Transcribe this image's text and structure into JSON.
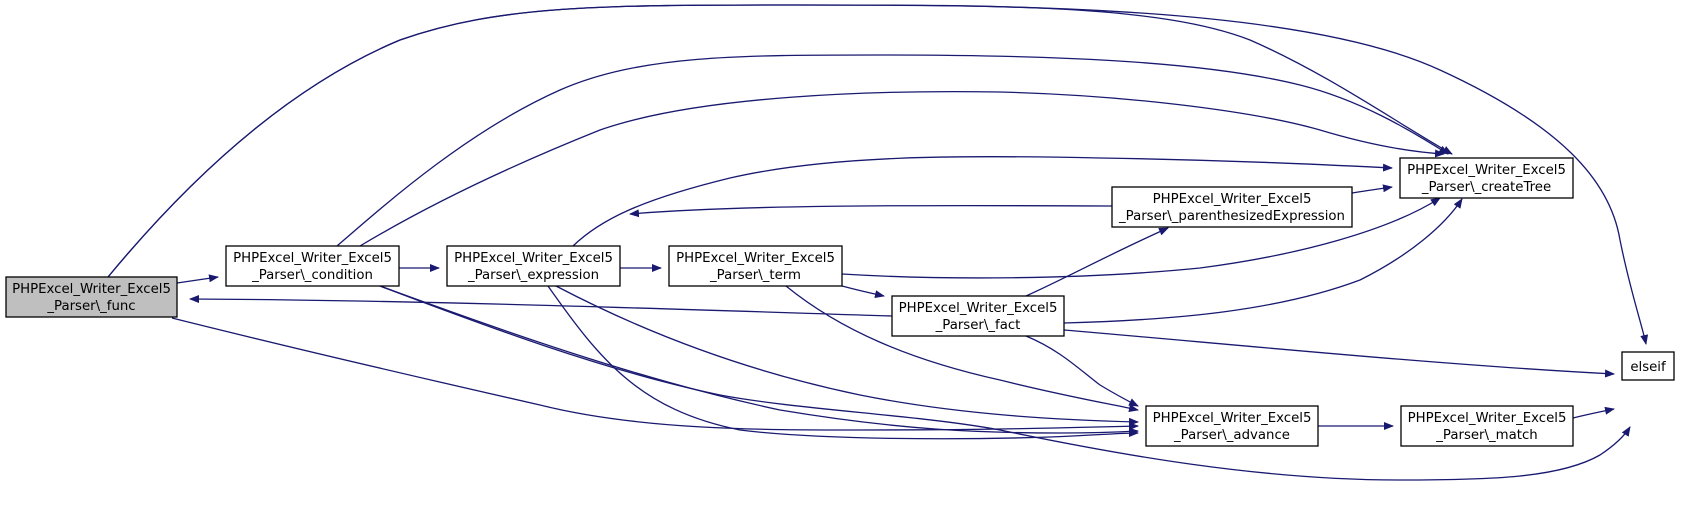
{
  "diagram": {
    "type": "call-graph",
    "colors": {
      "edge": "#191970",
      "node_fill": "#ffffff",
      "node_fill_highlight": "#bfbfbf",
      "node_border": "#000000"
    },
    "nodes": [
      {
        "id": "func",
        "line1": "PHPExcel_Writer_Excel5",
        "line2": "_Parser\\_func",
        "highlight": true
      },
      {
        "id": "condition",
        "line1": "PHPExcel_Writer_Excel5",
        "line2": "_Parser\\_condition"
      },
      {
        "id": "expression",
        "line1": "PHPExcel_Writer_Excel5",
        "line2": "_Parser\\_expression"
      },
      {
        "id": "term",
        "line1": "PHPExcel_Writer_Excel5",
        "line2": "_Parser\\_term"
      },
      {
        "id": "fact",
        "line1": "PHPExcel_Writer_Excel5",
        "line2": "_Parser\\_fact"
      },
      {
        "id": "paren",
        "line1": "PHPExcel_Writer_Excel5",
        "line2": "_Parser\\_parenthesizedExpression"
      },
      {
        "id": "createTree",
        "line1": "PHPExcel_Writer_Excel5",
        "line2": "_Parser\\_createTree"
      },
      {
        "id": "advance",
        "line1": "PHPExcel_Writer_Excel5",
        "line2": "_Parser\\_advance"
      },
      {
        "id": "match",
        "line1": "PHPExcel_Writer_Excel5",
        "line2": "_Parser\\_match"
      },
      {
        "id": "elseif",
        "line1": "elseif",
        "line2": ""
      }
    ],
    "edges": [
      {
        "from": "func",
        "to": "condition"
      },
      {
        "from": "func",
        "to": "createTree"
      },
      {
        "from": "func",
        "to": "advance"
      },
      {
        "from": "func",
        "to": "elseif"
      },
      {
        "from": "condition",
        "to": "expression"
      },
      {
        "from": "condition",
        "to": "createTree"
      },
      {
        "from": "condition",
        "to": "createTree"
      },
      {
        "from": "condition",
        "to": "advance"
      },
      {
        "from": "condition",
        "to": "elseif"
      },
      {
        "from": "expression",
        "to": "term"
      },
      {
        "from": "expression",
        "to": "createTree"
      },
      {
        "from": "expression",
        "to": "advance"
      },
      {
        "from": "expression",
        "to": "advance"
      },
      {
        "from": "term",
        "to": "fact"
      },
      {
        "from": "term",
        "to": "createTree"
      },
      {
        "from": "term",
        "to": "advance"
      },
      {
        "from": "fact",
        "to": "func"
      },
      {
        "from": "fact",
        "to": "paren"
      },
      {
        "from": "fact",
        "to": "createTree"
      },
      {
        "from": "fact",
        "to": "advance"
      },
      {
        "from": "fact",
        "to": "elseif"
      },
      {
        "from": "paren",
        "to": "expression"
      },
      {
        "from": "paren",
        "to": "createTree"
      },
      {
        "from": "advance",
        "to": "match"
      },
      {
        "from": "match",
        "to": "elseif"
      }
    ]
  }
}
